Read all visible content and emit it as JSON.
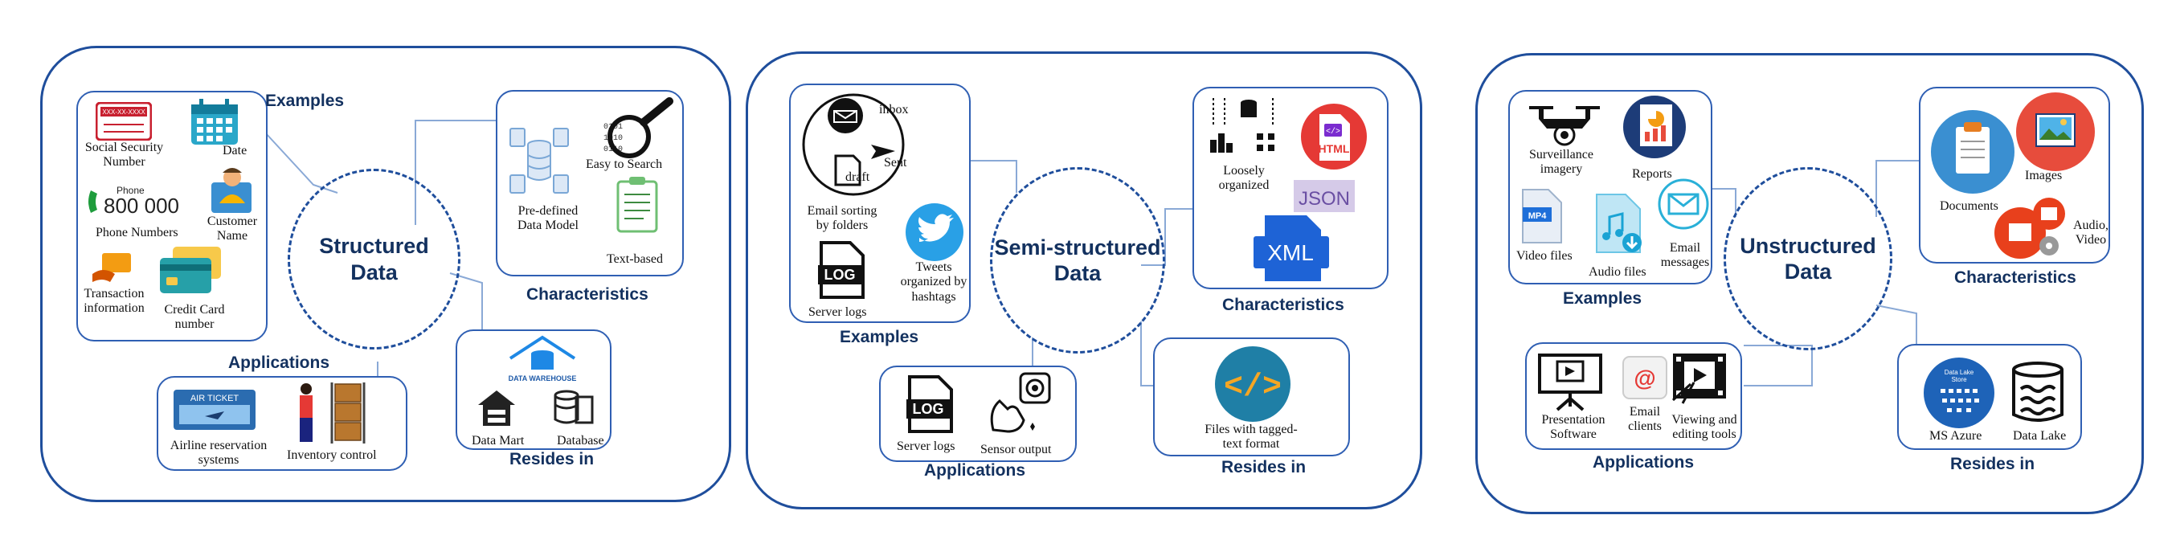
{
  "panels": [
    {
      "center": [
        "Structured",
        "Data"
      ],
      "examples": {
        "heading": "Examples",
        "items": [
          [
            "Social Security",
            "Number"
          ],
          [
            "Date"
          ],
          [
            "Phone Numbers"
          ],
          [
            "Customer",
            "Name"
          ],
          [
            "Transaction",
            "information"
          ],
          [
            "Credit Card",
            "number"
          ]
        ],
        "ssn_card_text": "XXX-XX-XXXX",
        "phone_text": [
          "Phone",
          "800 000"
        ]
      },
      "characteristics": {
        "heading": "Characteristics",
        "items": [
          [
            "Pre-defined",
            "Data Model"
          ],
          [
            "Easy to Search"
          ],
          [
            "Text-based"
          ]
        ]
      },
      "applications": {
        "heading": "Applications",
        "items": [
          [
            "Airline reservation",
            "systems"
          ],
          [
            "Inventory control"
          ]
        ],
        "ticket_text": "AIR TICKET"
      },
      "resides_in": {
        "heading": "Resides in",
        "items": [
          [
            "Data Mart"
          ],
          [
            "Database"
          ]
        ],
        "warehouse_text": "DATA WAREHOUSE"
      }
    },
    {
      "center": [
        "Semi-structured",
        "Data"
      ],
      "examples": {
        "heading": "Examples",
        "items": [
          [
            "inbox"
          ],
          [
            "Sent"
          ],
          [
            "draft"
          ],
          [
            "Email sorting",
            "by folders"
          ],
          [
            "Tweets",
            "organized by",
            "hashtags"
          ],
          [
            "Server logs"
          ]
        ],
        "log_text": "LOG"
      },
      "characteristics": {
        "heading": "Characteristics",
        "items": [
          [
            "Loosely",
            "organized"
          ]
        ],
        "formats": [
          "HTML",
          "JSON",
          "XML"
        ]
      },
      "applications": {
        "heading": "Applications",
        "items": [
          [
            "Server logs"
          ],
          [
            "Sensor output"
          ]
        ],
        "log_text": "LOG"
      },
      "resides_in": {
        "heading": "Resides in",
        "items": [
          [
            "Files with tagged-",
            "text format"
          ]
        ]
      }
    },
    {
      "center": [
        "Unstructured",
        "Data"
      ],
      "examples": {
        "heading": "Examples",
        "items": [
          [
            "Surveillance",
            "imagery"
          ],
          [
            "Reports"
          ],
          [
            "Video files"
          ],
          [
            "Audio files"
          ],
          [
            "Email",
            "messages"
          ]
        ],
        "video_badge": "MP4"
      },
      "characteristics": {
        "heading": "Characteristics",
        "items": [
          [
            "Documents"
          ],
          [
            "Images"
          ],
          [
            "Audio,",
            "Video"
          ]
        ]
      },
      "applications": {
        "heading": "Applications",
        "items": [
          [
            "Presentation",
            "Software"
          ],
          [
            "Email",
            "clients"
          ],
          [
            "Viewing and",
            "editing tools"
          ]
        ]
      },
      "resides_in": {
        "heading": "Resides in",
        "items": [
          [
            "MS Azure"
          ],
          [
            "Data Lake"
          ]
        ],
        "azure_badge": [
          "Data Lake",
          "Store"
        ]
      }
    }
  ],
  "colors": {
    "accent": "#1f4e9c",
    "heading": "#13315f",
    "connector": "#8aa9d6"
  }
}
